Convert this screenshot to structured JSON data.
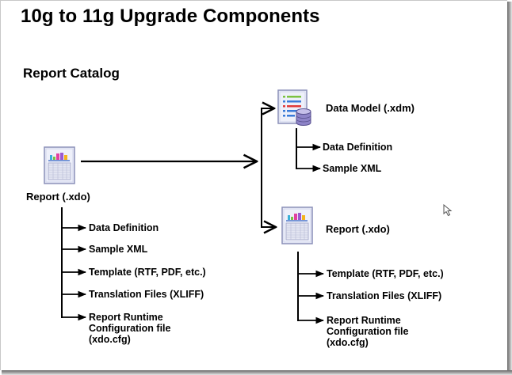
{
  "title": "10g to 11g Upgrade Components",
  "section_title": "Report Catalog",
  "source_report": {
    "label": "Report (.xdo)",
    "icon": "report-icon",
    "components": [
      "Data Definition",
      "Sample XML",
      "Template (RTF, PDF, etc.)",
      "Translation Files (XLIFF)",
      [
        "Report Runtime",
        "Configuration file",
        "(xdo.cfg)"
      ]
    ]
  },
  "target_data_model": {
    "label": "Data Model (.xdm)",
    "icon": "data-model-icon",
    "components": [
      "Data Definition",
      "Sample XML"
    ]
  },
  "target_report": {
    "label": "Report (.xdo)",
    "icon": "report-icon",
    "components": [
      "Template (RTF, PDF, etc.)",
      "Translation Files (XLIFF)",
      [
        "Report Runtime",
        "Configuration file",
        "(xdo.cfg)"
      ]
    ]
  },
  "colors": {
    "line": "#000000",
    "icon_border": "#8a8fb8",
    "icon_fill": "#eef0fa",
    "bar_colors": [
      "#3ab0d8",
      "#7cc242",
      "#e23fa0",
      "#9b59d0",
      "#f5b31c"
    ]
  }
}
